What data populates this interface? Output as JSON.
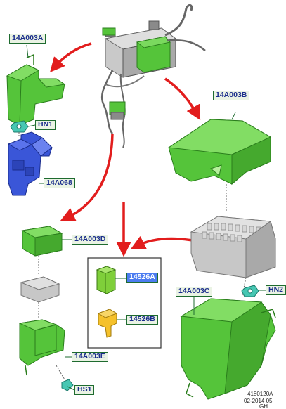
{
  "callouts": {
    "c14A003A": "14A003A",
    "cHN1": "HN1",
    "c14A068": "14A068",
    "c14A003B": "14A003B",
    "c14A003D": "14A003D",
    "c14526A": "14526A",
    "c14526B": "14526B",
    "cHN2": "HN2",
    "c14A003C": "14A003C",
    "c14A003E": "14A003E",
    "cHS1": "HS1"
  },
  "footer": {
    "ref": "4180120A",
    "date": "02-2014 05",
    "extra": "GH"
  },
  "colors": {
    "part_green": "#55c43a",
    "part_blue": "#3a56d8",
    "part_gray": "#b8b8b8",
    "fuse_yellow": "#f5c12b",
    "arrow_red": "#e21d1d",
    "callout_border": "#1e6b2f",
    "callout_text": "#1a2c8c",
    "highlight": "#4c7cf0"
  }
}
